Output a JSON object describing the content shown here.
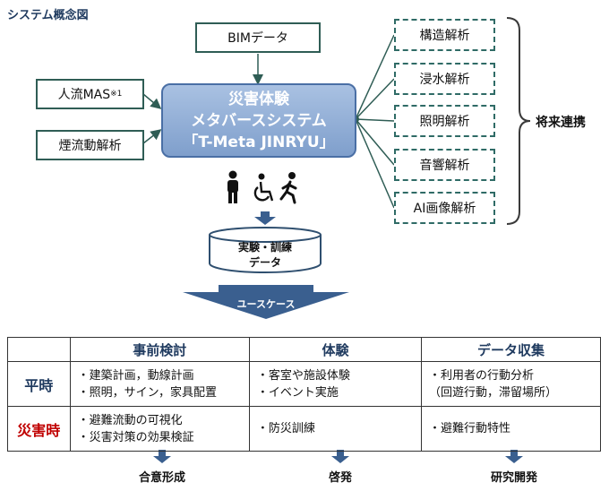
{
  "title": "システム概念図",
  "inputs": {
    "bim": "BIMデータ",
    "people_flow": "人流MAS",
    "people_flow_note": "※1",
    "smoke": "煙流動解析"
  },
  "core": {
    "line1": "災害体験",
    "line2": "メタバースシステム",
    "line3": "「T-Meta JINRYU」"
  },
  "future": {
    "items": [
      "構造解析",
      "浸水解析",
      "照明解析",
      "音響解析",
      "AI画像解析"
    ],
    "label": "将来連携"
  },
  "database": {
    "line1": "実験・訓練",
    "line2": "データ"
  },
  "usecase_label": "ユースケース",
  "table": {
    "columns": [
      "事前検討",
      "体験",
      "データ収集"
    ],
    "rows": [
      {
        "label": "平時",
        "label_color": "#1f3a5f",
        "cells": [
          [
            "・建築計画，動線計画",
            "・照明，サイン，家具配置"
          ],
          [
            "・客室や施設体験",
            "・イベント実施"
          ],
          [
            "・利用者の行動分析",
            "（回遊行動，滞留場所）"
          ]
        ]
      },
      {
        "label": "災害時",
        "label_color": "#c00000",
        "cells": [
          [
            "・避難流動の可視化",
            "・災害対策の効果検証"
          ],
          [
            "・防災訓練"
          ],
          [
            "・避難行動特性"
          ]
        ]
      }
    ]
  },
  "outcomes": [
    "合意形成",
    "啓発",
    "研究開発"
  ],
  "colors": {
    "core_fill": "#8fabd6",
    "arrow": "#3a5f8f",
    "connector": "#2f5d55",
    "disaster_red": "#c00000"
  }
}
